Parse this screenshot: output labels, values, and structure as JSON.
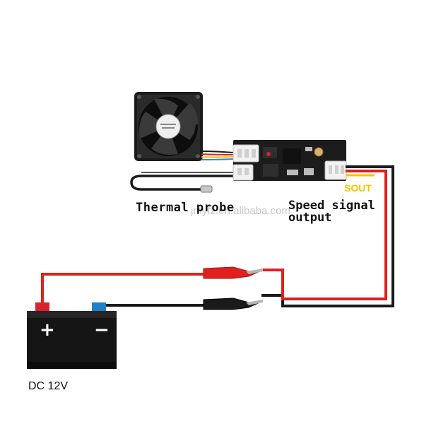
{
  "labels": {
    "thermal_probe": "Thermal probe",
    "speed_signal_line1": "Speed signal",
    "speed_signal_line2": "output",
    "sout": "SOUT",
    "watermark": "jmyfz.en.alibaba.com",
    "battery_voltage": "DC 12V",
    "battery_plus": "+",
    "battery_minus": "−"
  },
  "colors": {
    "positive_wire": "#e0201c",
    "negative_wire": "#1a1a1a",
    "signal_wire": "#f6c500",
    "battery_body": "#151515",
    "positive_terminal": "#d8232a",
    "negative_terminal": "#1f7fc8",
    "pcb": "#1c1c1c",
    "connector": "#f2f2f2"
  },
  "icons": {
    "fan": "cooling-fan-icon",
    "controller": "pwm-controller-board",
    "probe": "thermal-probe-icon",
    "battery": "battery-12v-icon",
    "red_clip": "red-alligator-clip-icon",
    "black_clip": "black-alligator-clip-icon"
  }
}
